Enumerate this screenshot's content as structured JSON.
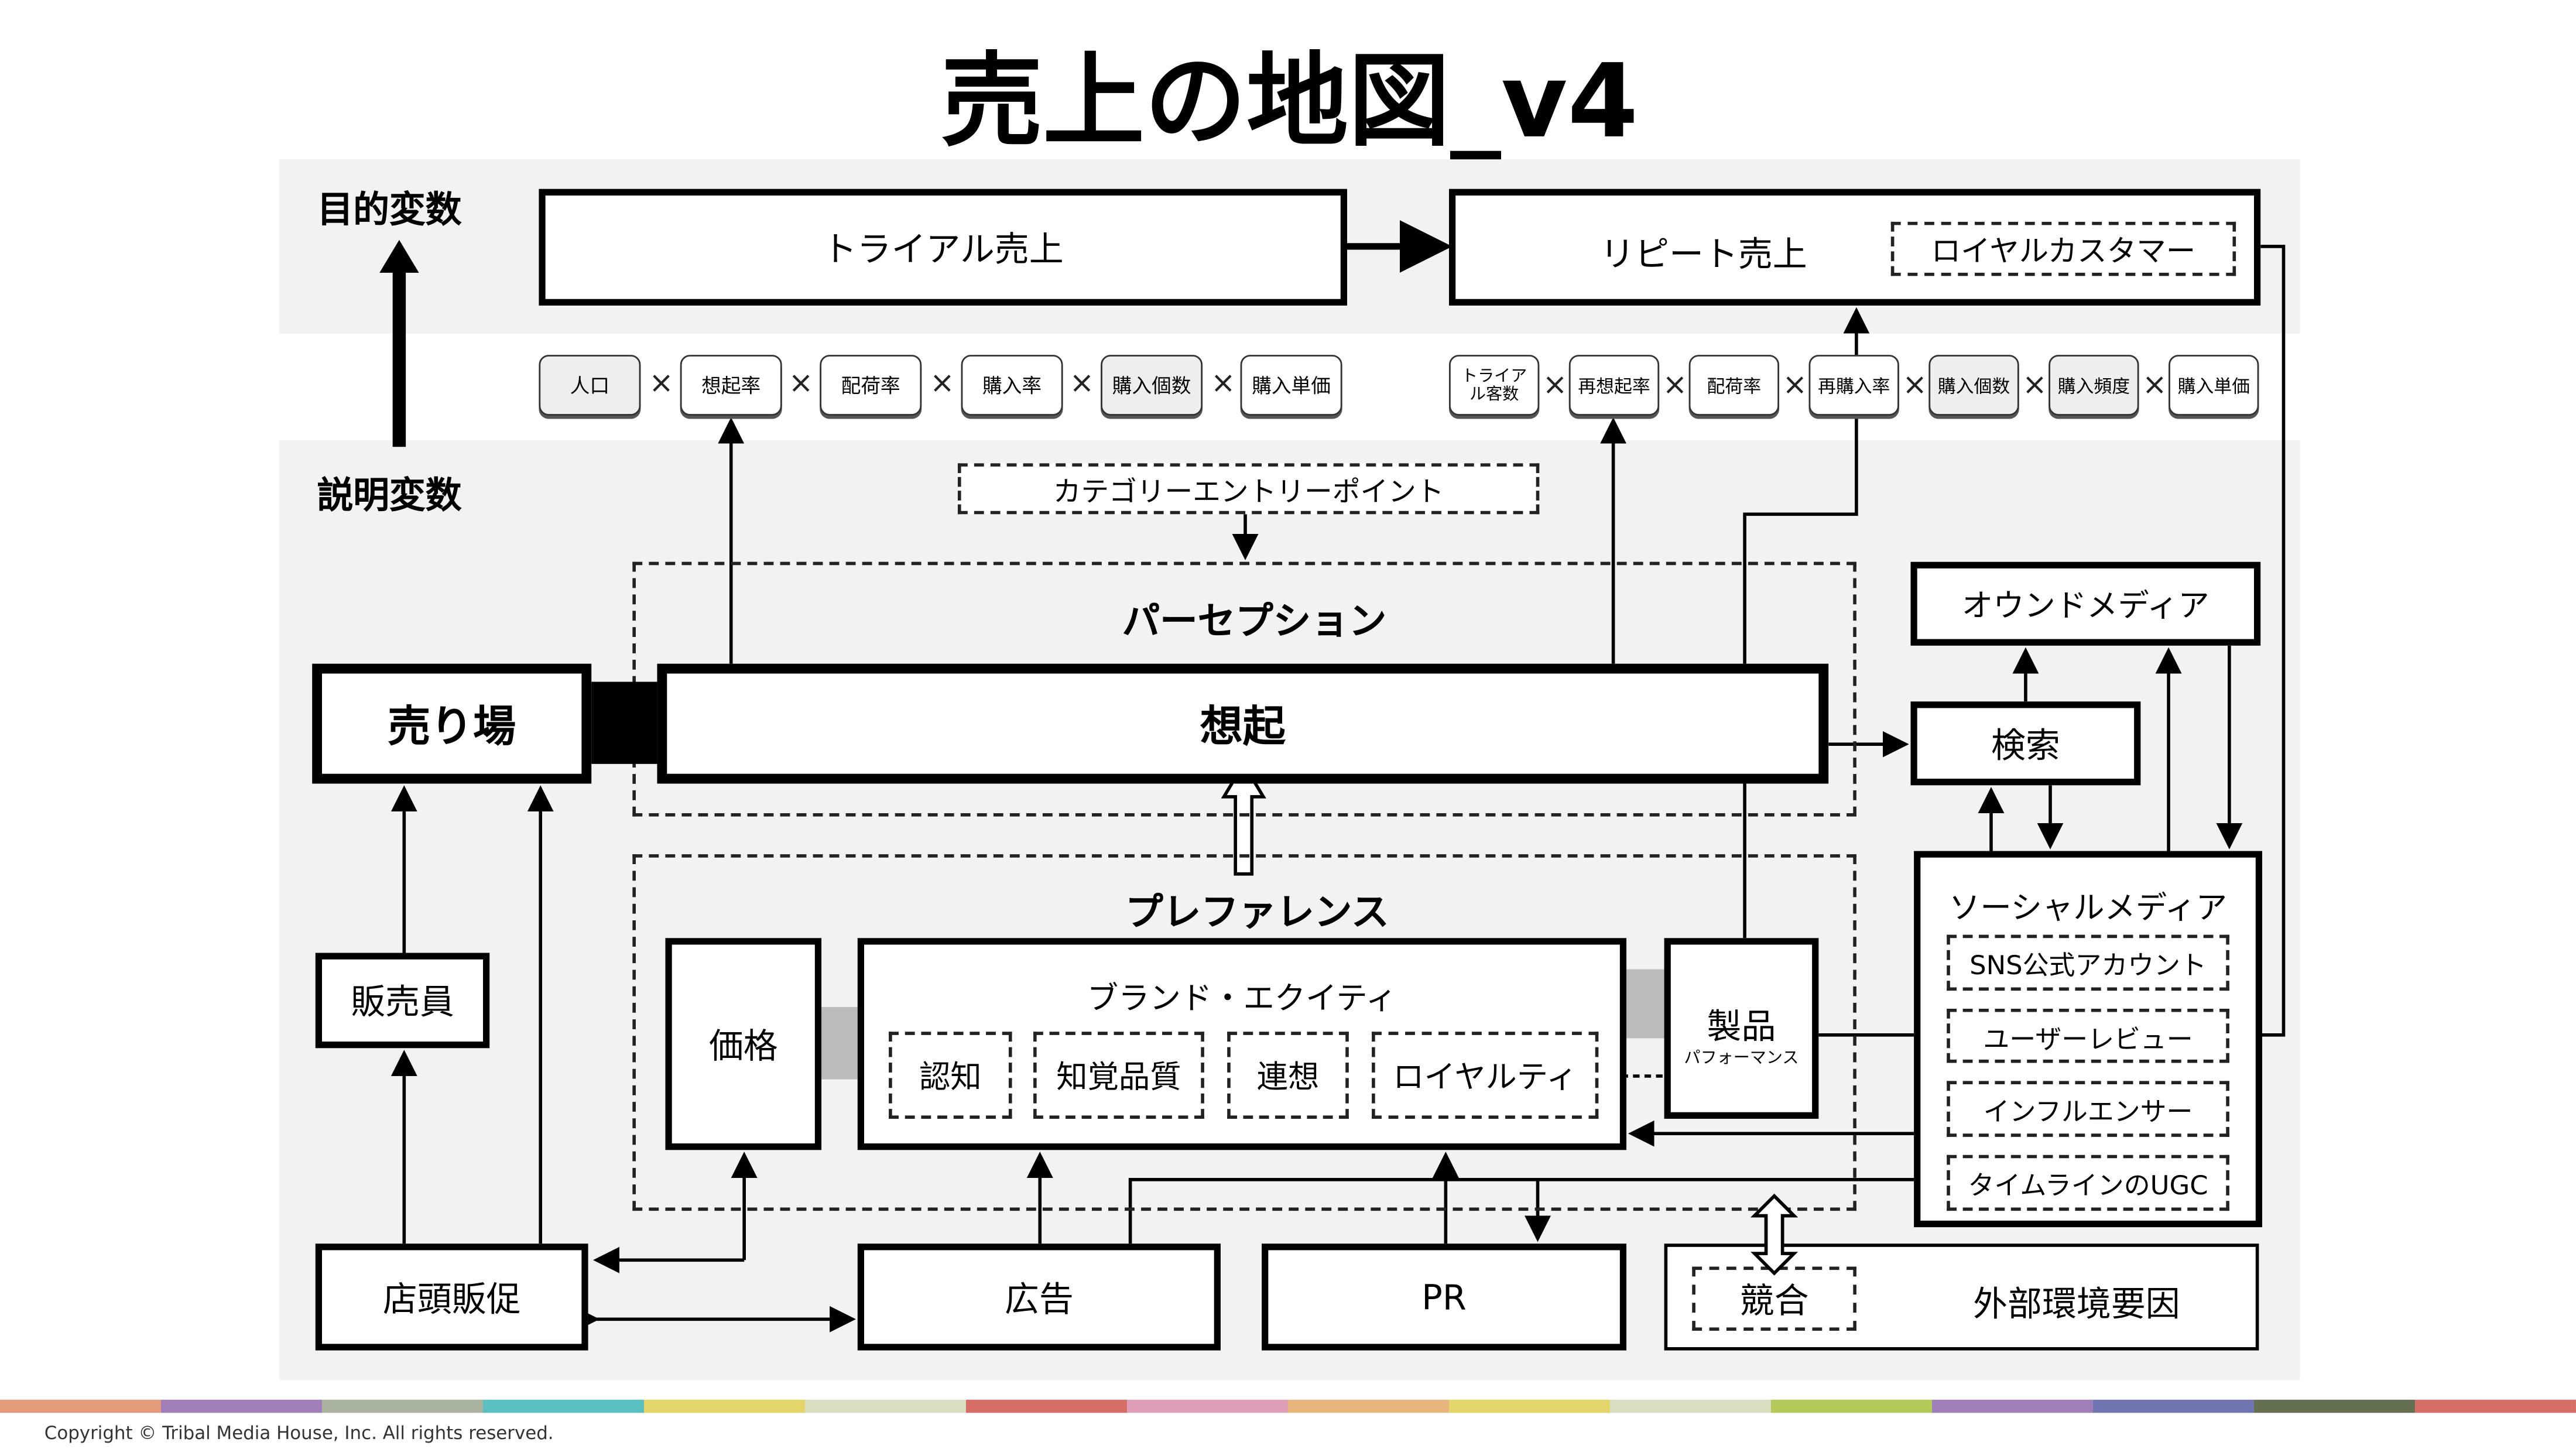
{
  "title": "売上の地図_v4",
  "axis": {
    "objective": "目的変数",
    "explanatory": "説明変数"
  },
  "top": {
    "trial_sales": "トライアル売上",
    "repeat_sales": "リピート売上",
    "loyal_customer": "ロイヤルカスタマー"
  },
  "trial_factors": [
    "人口",
    "想起率",
    "配荷率",
    "購入率",
    "購入個数",
    "購入単価"
  ],
  "repeat_factors": [
    "トライアル客数",
    "再想起率",
    "配荷率",
    "再購入率",
    "購入個数",
    "購入頻度",
    "購入単価"
  ],
  "times": "×",
  "cep": "カテゴリーエントリーポイント",
  "perception": {
    "label": "パーセプション",
    "recall": "想起"
  },
  "store": "売り場",
  "preference": {
    "label": "プレファレンス",
    "price": "価格",
    "brand_equity": "ブランド・エクイティ",
    "items": [
      "認知",
      "知覚品質",
      "連想",
      "ロイヤルティ"
    ],
    "product": "製品",
    "product_sub": "パフォーマンス"
  },
  "media": {
    "owned": "オウンドメディア",
    "search": "検索",
    "social": "ソーシャルメディア",
    "social_items": [
      "SNS公式アカウント",
      "ユーザーレビュー",
      "インフルエンサー",
      "タイムラインのUGC"
    ]
  },
  "bottom": {
    "salesperson": "販売員",
    "store_promo": "店頭販促",
    "ads": "広告",
    "pr": "PR",
    "competition": "競合",
    "external": "外部環境要因"
  },
  "footer": {
    "copyright": "Copyright © Tribal Media House, Inc. All rights reserved."
  },
  "stripe_colors": [
    "#e39b7b",
    "#a07fb8",
    "#aab3a0",
    "#5bbfbf",
    "#e3d56a",
    "#d8dec0",
    "#d66e67",
    "#e09db8",
    "#e6b47c",
    "#e3d56a",
    "#d8dec0",
    "#b3c95a",
    "#a07fb8",
    "#6f75b0",
    "#656f52",
    "#d66e67"
  ]
}
